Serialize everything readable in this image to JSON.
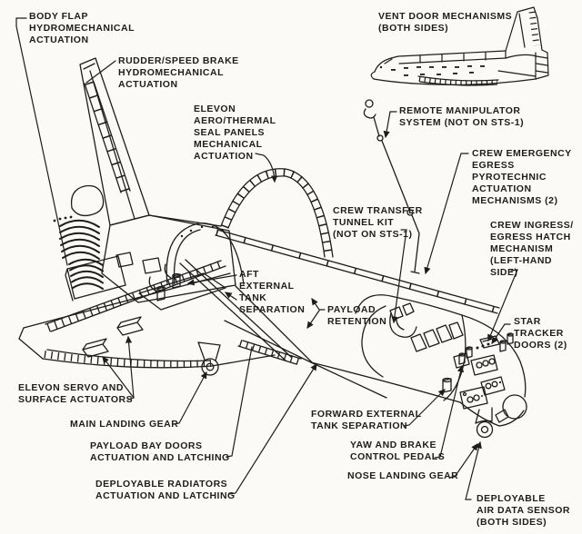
{
  "diagram": {
    "colors": {
      "ink": "#1d1d1d",
      "paper": "#fbfaf7"
    },
    "labels": {
      "body_flap": "BODY FLAP\nHYDROMECHANICAL\nACTUATION",
      "rudder_speed_brake": "RUDDER/SPEED BRAKE\nHYDROMECHANICAL\nACTUATION",
      "elevon_seal_panels": "ELEVON\nAERO/THERMAL\nSEAL PANELS\nMECHANICAL\nACTUATION",
      "vent_door": "VENT DOOR MECHANISMS\n(BOTH SIDES)",
      "remote_manipulator": "REMOTE MANIPULATOR\nSYSTEM (NOT ON STS-1)",
      "crew_emergency": "CREW EMERGENCY\nEGRESS\nPYROTECHNIC\nACTUATION\nMECHANISMS (2)",
      "crew_transfer": "CREW TRANSFER\nTUNNEL KIT\n(NOT ON STS-1)",
      "crew_ingress": "CREW INGRESS/\nEGRESS HATCH\nMECHANISM\n(LEFT-HAND\nSIDE)",
      "aft_et_separation": "AFT\nEXTERNAL\nTANK\nSEPARATION",
      "payload_retention": "PAYLOAD\nRETENTION",
      "star_tracker": "STAR\nTRACKER\nDOORS (2)",
      "elevon_servo": "ELEVON SERVO AND\nSURFACE ACTUATORS",
      "main_landing_gear": "MAIN LANDING GEAR",
      "payload_bay_doors": "PAYLOAD BAY DOORS\nACTUATION AND LATCHING",
      "deployable_radiators": "DEPLOYABLE RADIATORS\nACTUATION AND LATCHING",
      "forward_et_separation": "FORWARD EXTERNAL\nTANK SEPARATION",
      "yaw_brake": "YAW AND BRAKE\nCONTROL PEDALS",
      "nose_landing_gear": "NOSE LANDING GEAR",
      "air_data_sensor": "DEPLOYABLE\nAIR DATA SENSOR\n(BOTH SIDES)"
    }
  }
}
